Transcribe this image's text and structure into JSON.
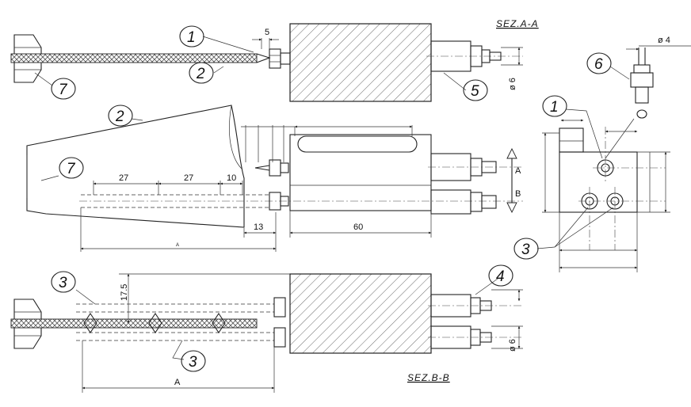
{
  "sections": {
    "a_a": "SEZ.A-A",
    "b_b": "SEZ.B-B",
    "arrow_a": "A",
    "arrow_b": "B"
  },
  "balloons": [
    "1",
    "2",
    "3",
    "4",
    "5",
    "6",
    "7"
  ],
  "dimensions": {
    "top_5": "5",
    "phi6_top": "ø 6",
    "phi4": "ø 4",
    "d27a": "27",
    "d27b": "27",
    "d10": "10",
    "d13": "13",
    "d60": "60",
    "dim_a_mid": "A",
    "dim_a_bot": "A",
    "d17_5": "17.5",
    "phi6_bot": "ø 6"
  }
}
